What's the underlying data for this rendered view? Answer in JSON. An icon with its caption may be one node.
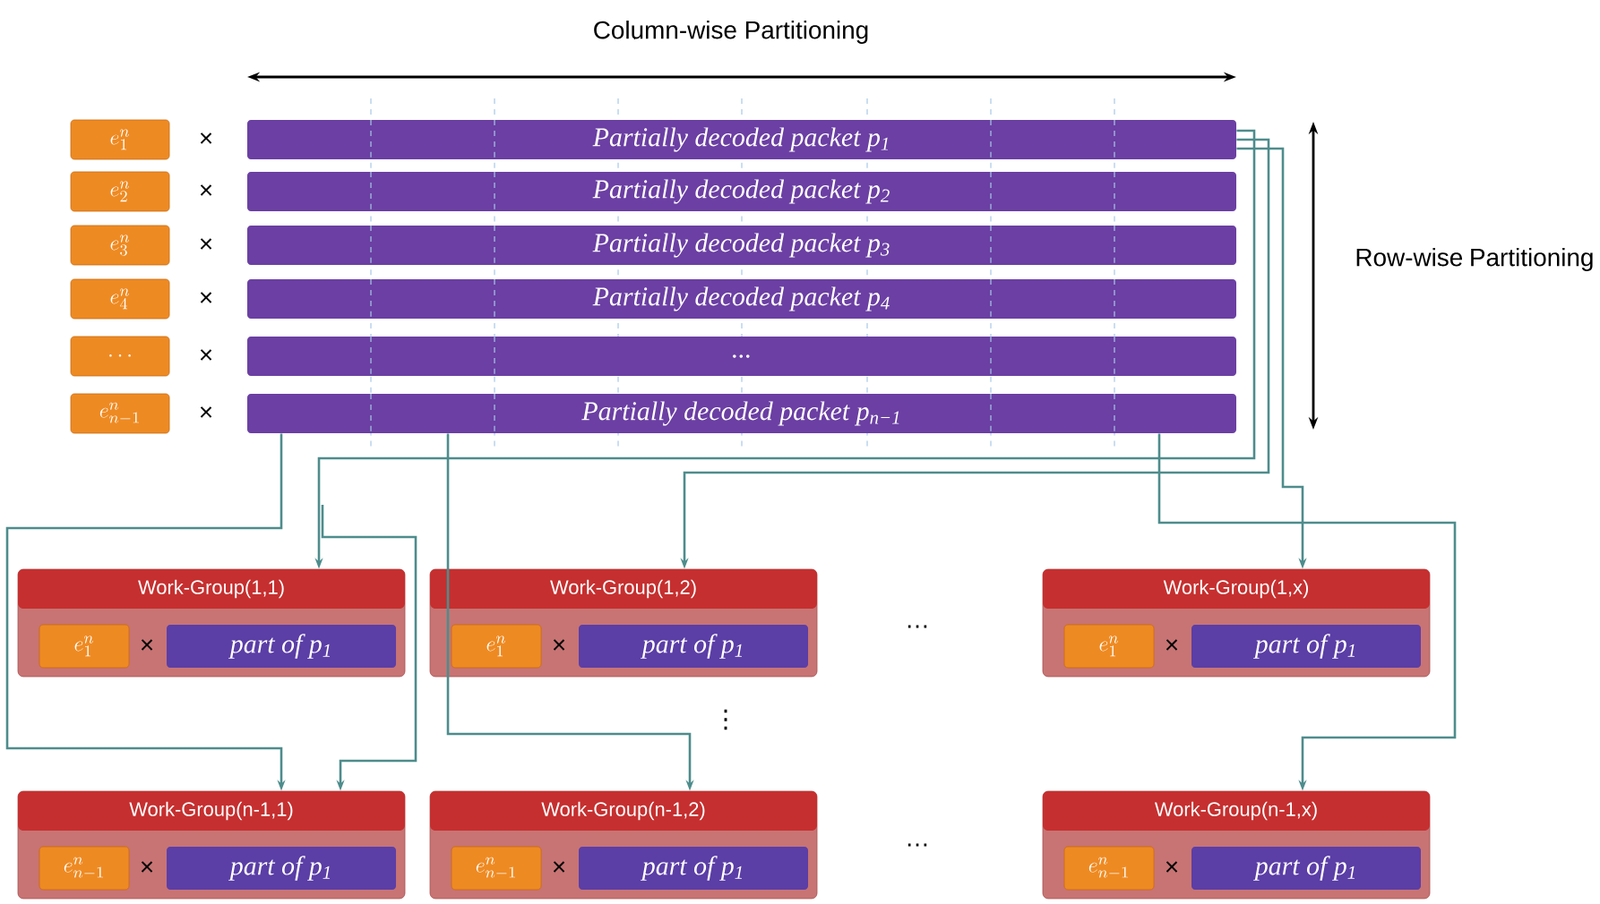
{
  "diagram": {
    "nodes": [
      {
        "text": [
          "e_{1}^{n}"
        ]
      },
      {
        "text": [
          "Partially decoded packet p$_{1}$"
        ]
      },
      {
        "text": [
          "e_{2}^{n}"
        ]
      },
      {
        "text": [
          "Partially decoded packet p$_{2}$"
        ]
      },
      {
        "text": [
          "e_{3}^{n}"
        ]
      },
      {
        "text": [
          "Partially decoded packet p$_{3}$"
        ]
      },
      {
        "text": [
          "e_{4}^{n}"
        ]
      },
      {
        "text": [
          "Partially decoded packet p$_{4}$"
        ]
      },
      {
        "text": [
          "\\cdots"
        ]
      },
      {
        "text": [
          "..."
        ]
      },
      {
        "text": [
          "e_{n-1}^{n}"
        ]
      },
      {
        "text": [
          "Partially decoded packet p$_{n−1}$"
        ]
      },
      {
        "text": [
          "Work-Group(1,1)"
        ]
      },
      {
        "text": [
          "e_{1}^{n}"
        ],
        "in": 12
      },
      {
        "text": [
          "part of p$_{1}$"
        ],
        "in": 12
      },
      {
        "text": [
          "Work-Group(1,2)"
        ]
      },
      {
        "text": [
          "e_{1}^{n}"
        ],
        "in": 15
      },
      {
        "text": [
          "part of p$_{1}$"
        ],
        "in": 15
      },
      {
        "text": [
          "Work-Group(1,x)"
        ]
      },
      {
        "text": [
          "e_{1}^{n}"
        ],
        "in": 18
      },
      {
        "text": [
          "part of p$_{1}$"
        ],
        "in": 18
      },
      {
        "text": [
          "Work-Group(n-1,1)"
        ]
      },
      {
        "text": [
          "e_{n-1}^{n}"
        ],
        "in": 21
      },
      {
        "text": [
          "part of p$_{1}$"
        ],
        "in": 21
      },
      {
        "text": [
          "Work-Group(n-1,2)"
        ]
      },
      {
        "text": [
          "e_{n-1}^{n}"
        ],
        "in": 24
      },
      {
        "text": [
          "part of p$_{1}$"
        ],
        "in": 24
      },
      {
        "text": [
          "Work-Group(n-1,x)"
        ]
      },
      {
        "text": [
          "e_{n-1}^{n}"
        ],
        "in": 27
      },
      {
        "text": [
          "part of p$_{1}$"
        ],
        "in": 27
      }
    ],
    "edges": [
      {
        "from": 1,
        "to": 12,
        "arrow": "to"
      },
      {
        "from": 1,
        "to": 15,
        "arrow": "to"
      },
      {
        "from": 1,
        "to": 18,
        "arrow": "to"
      },
      {
        "from": 11,
        "to": 21,
        "arrow": "to"
      },
      {
        "from": null,
        "to": 21,
        "arrow": "to"
      },
      {
        "from": 11,
        "to": 24,
        "arrow": "to"
      },
      {
        "from": 11,
        "to": 27,
        "arrow": "to"
      }
    ],
    "labels": [
      "Column-wise Partitioning",
      "×",
      "×",
      "×",
      "Row-wise Partitioning",
      "×",
      "×",
      "×",
      "×",
      "×",
      "…",
      "×",
      "⋮",
      "×",
      "×",
      "…",
      "×"
    ]
  }
}
